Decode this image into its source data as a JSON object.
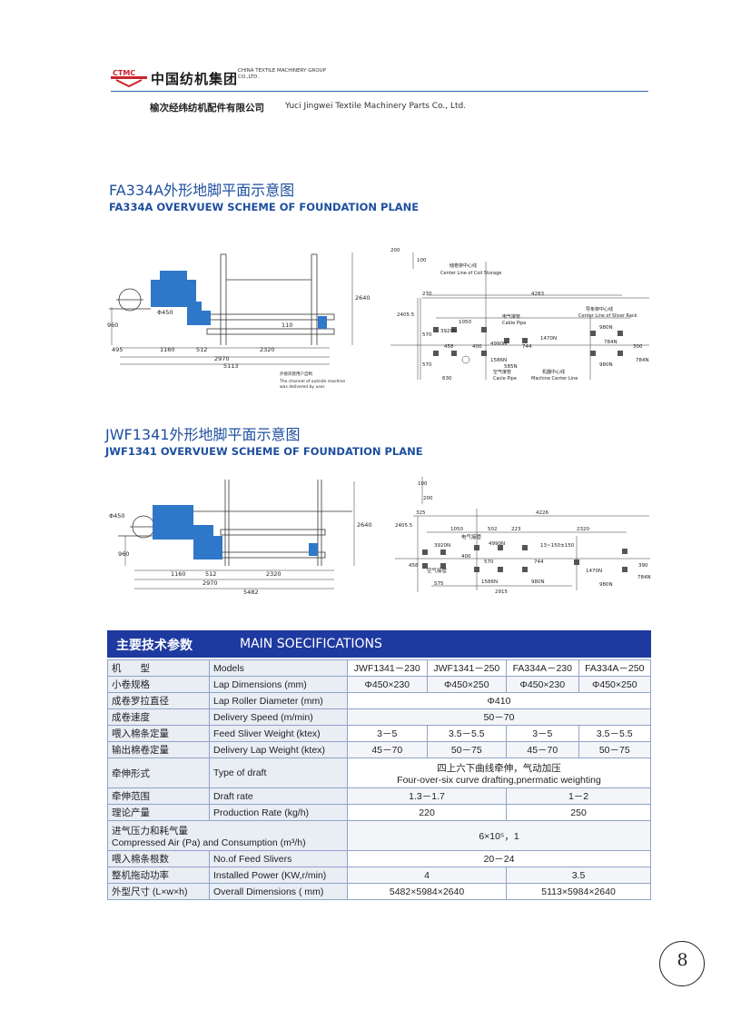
{
  "header": {
    "logo_text": "CTMC",
    "group_cn": "中国纺机集团",
    "group_en": "CHINA TEXTILE MACHINERY GROUP CO.,LTD.",
    "company_cn": "榆次经纬纺机配件有限公司",
    "company_en": "Yuci Jingwei Textile Machinery Parts Co., Ltd."
  },
  "section1": {
    "title_cn": "FA334A外形地脚平面示意图",
    "title_en": "FA334A OVERVUEW SCHEME OF FOUNDATION PLANE",
    "diagram": {
      "dia": "Φ450",
      "dims": [
        "495",
        "1160",
        "512",
        "2320",
        "2970",
        "5113",
        "960",
        "2640",
        "110"
      ],
      "note_cn": "外接风管用户自制",
      "note_en1": "The channel of outside machine",
      "note_en2": "was delivered by user.",
      "plan_dims": [
        "200",
        "100",
        "270",
        "4283",
        "2405.5",
        "1050",
        "570",
        "570",
        "458",
        "400",
        "744",
        "300",
        "630"
      ],
      "loads": [
        "3920N",
        "4990N",
        "1470N",
        "1586N",
        "585N",
        "980N",
        "784N",
        "980N",
        "784N"
      ],
      "coil_cn": "储卷架中心线",
      "coil_en": "Center Line of Coil Storage",
      "cable_cn": "电气接管",
      "cable_en": "Cable Pipe",
      "guide_cn": "导条架中心线",
      "guide_en": "Center Line of Sliver Rack",
      "air_cn": "空气接管",
      "air_en": "Cacle Pipe",
      "machine_cn": "机器中心线",
      "machine_en": "Machine Center Line"
    }
  },
  "section2": {
    "title_cn": "JWF1341外形地脚平面示意图",
    "title_en": "JWF1341 OVERVUEW SCHEME OF FOUNDATION PLANE",
    "diagram": {
      "dia": "Φ450",
      "dims": [
        "1160",
        "512",
        "2320",
        "2970",
        "5482",
        "960",
        "2640"
      ],
      "plan_dims": [
        "100",
        "200",
        "325",
        "4226",
        "2405.5",
        "1050",
        "502",
        "223",
        "2320",
        "13~150±150",
        "458",
        "400",
        "570",
        "744",
        "390",
        "575",
        "2915"
      ],
      "loads": [
        "3920N",
        "4990N",
        "1586N",
        "980N",
        "1470N",
        "980N",
        "784N"
      ],
      "cable_cn": "电气接管",
      "air_cn": "空气接管"
    }
  },
  "specs": {
    "title_cn": "主要技术参数",
    "title_en": "MAIN SOECIFICATIONS",
    "rows": [
      {
        "cn": "机　　型",
        "en": "Models",
        "vals": [
          "JWF1341－230",
          "JWF1341－250",
          "FA334A－230",
          "FA334A－250"
        ]
      },
      {
        "cn": "小卷规格",
        "en": "Lap Dimensions (mm)",
        "vals": [
          "Φ450×230",
          "Φ450×250",
          "Φ450×230",
          "Φ450×250"
        ]
      },
      {
        "cn": "成卷罗拉直径",
        "en": "Lap Roller Diameter (mm)",
        "vals": [
          "Φ410"
        ]
      },
      {
        "cn": "成卷速度",
        "en": "Delivery Speed (m/min)",
        "vals": [
          "50－70"
        ]
      },
      {
        "cn": "喂入棉条定量",
        "en": "Feed Sliver Weight (ktex)",
        "vals": [
          "3－5",
          "3.5－5.5",
          "3－5",
          "3.5－5.5"
        ]
      },
      {
        "cn": "输出棉卷定量",
        "en": "Delivery Lap Weight (ktex)",
        "vals": [
          "45－70",
          "50－75",
          "45－70",
          "50－75"
        ]
      },
      {
        "cn": "牵伸形式",
        "en": "Type of draft",
        "vals": [
          "四上六下曲线牵伸，气动加压",
          "Four-over-six curve drafting,pnermatic weighting"
        ]
      },
      {
        "cn": "牵伸范围",
        "en": "Draft rate",
        "vals": [
          "1.3－1.7",
          "1－2"
        ]
      },
      {
        "cn": "理论产量",
        "en": "Production Rate (kg/h)",
        "vals": [
          "220",
          "250"
        ]
      },
      {
        "cn": "进气压力和耗气量",
        "en": "Compressed Air (Pa) and Consumption (m³/h)",
        "vals": [
          "6×10⁵，1"
        ]
      },
      {
        "cn": "喂入棉条根数",
        "en": "No.of Feed Slivers",
        "vals": [
          "20－24"
        ]
      },
      {
        "cn": "整机拖动功率",
        "en": "Installed Power (KW,r/min)",
        "vals": [
          "4",
          "3.5"
        ]
      },
      {
        "cn": "外型尺寸 (L×w×h)",
        "en": "Overall Dimensions ( mm)",
        "vals": [
          "5482×5984×2640",
          "5113×5984×2640"
        ]
      }
    ]
  },
  "page_number": "8",
  "colors": {
    "accent": "#1e4fa0",
    "banner": "#1e3aa0",
    "logo_red": "#c8242b",
    "rule": "#2a67b5",
    "machine_blue": "#2f77c8"
  }
}
